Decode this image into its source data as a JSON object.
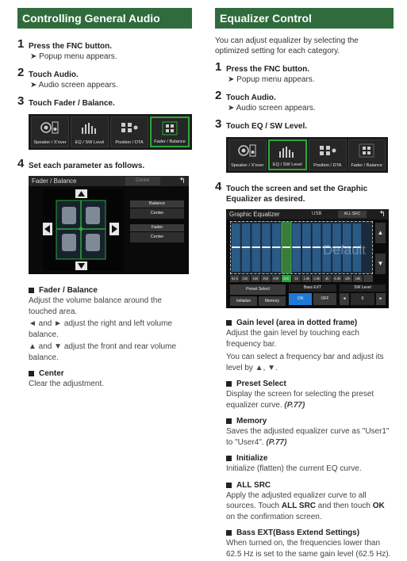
{
  "left": {
    "title": "Controlling General Audio",
    "steps": [
      {
        "num": "1",
        "pre": "Press the ",
        "key": "FNC",
        "post": " button.",
        "result": "Popup menu appears."
      },
      {
        "num": "2",
        "pre": "Touch ",
        "key": "Audio",
        "post": ".",
        "result": "Audio screen appears."
      },
      {
        "num": "3",
        "pre": "Touch ",
        "key": "Fader / Balance",
        "post": "."
      },
      {
        "num": "4",
        "text": "Set each parameter as follows."
      }
    ],
    "strip": [
      "Speaker / X'over",
      "EQ / SW Level",
      "Position / DTA",
      "Fader / Balance"
    ],
    "screen": {
      "title": "Fader / Balance",
      "center_button": "Center",
      "back_icon": "↰",
      "balance_label": "Balance",
      "balance_value": "Center",
      "fader_label": "Fader",
      "fader_value": "Center"
    },
    "desc": [
      {
        "head": "Fader / Balance",
        "paras": [
          "Adjust the volume balance around the touched area.",
          "◄ and ► adjust the right and left volume balance.",
          "▲ and ▼ adjust the front and rear volume balance."
        ]
      },
      {
        "head": "Center",
        "paras": [
          "Clear the adjustment."
        ]
      }
    ]
  },
  "right": {
    "title": "Equalizer Control",
    "intro": "You can adjust equalizer by selecting the optimized setting for each category.",
    "steps": [
      {
        "num": "1",
        "pre": "Press the ",
        "key": "FNC",
        "post": " button.",
        "result": "Popup menu appears."
      },
      {
        "num": "2",
        "pre": "Touch ",
        "key": "Audio",
        "post": ".",
        "result": "Audio screen appears."
      },
      {
        "num": "3",
        "pre": "Touch ",
        "key": "EQ / SW Level",
        "post": "."
      },
      {
        "num": "4",
        "text": "Touch the screen and set the Graphic Equalizer as desired."
      }
    ],
    "strip": [
      "Speaker / X'over",
      "EQ / SW Level",
      "Position / DTA",
      "Fader / Balance"
    ],
    "screen": {
      "title": "Graphic Equalizer",
      "source": "USB",
      "all_src": "ALL SRC",
      "back_icon": "↰",
      "preset_label": "Default",
      "freqs": [
        "62.5",
        "100",
        "160",
        "250",
        "400",
        "630",
        "1k",
        "1.6k",
        "2.5k",
        "4k",
        "6.3k",
        "10k",
        "16k"
      ],
      "preset_select": "Preset Select",
      "initialize": "Initialize",
      "memory": "Memory",
      "bass_ext": "Bass EXT",
      "on": "ON",
      "off": "OFF",
      "sw_level": "SW Level",
      "sw_value": "0",
      "selected_index": 5
    },
    "desc": [
      {
        "head": "Gain level (area in dotted frame)",
        "paras": [
          "Adjust the gain level by touching each frequency bar.",
          "You can select a frequency bar and adjust its level by ▲, ▼."
        ]
      },
      {
        "head": "Preset Select",
        "paras_html": [
          "Display the screen for selecting the preset equalizer curve. <i>(P.77)</i>"
        ]
      },
      {
        "head": "Memory",
        "paras_html": [
          "Saves the adjusted equalizer curve as \"User1\" to \"User4\". <i>(P.77)</i>"
        ]
      },
      {
        "head": "Initialize",
        "paras": [
          "Initialize (flatten) the current EQ curve."
        ]
      },
      {
        "head": "ALL SRC",
        "paras_html": [
          "Apply the adjusted equalizer curve to all sources. Touch <b>ALL SRC</b> and then touch <b>OK</b> on the confirmation screen."
        ]
      },
      {
        "head": "Bass EXT",
        "head_extra": " (Bass Extend Settings)",
        "paras": [
          "When turned on, the frequencies lower than 62.5 Hz is set to the same gain level (62.5 Hz)."
        ]
      }
    ]
  },
  "colors": {
    "header": "#2f6b3c",
    "accent_green": "#2ea83a",
    "on_blue": "#1e7ad6"
  }
}
